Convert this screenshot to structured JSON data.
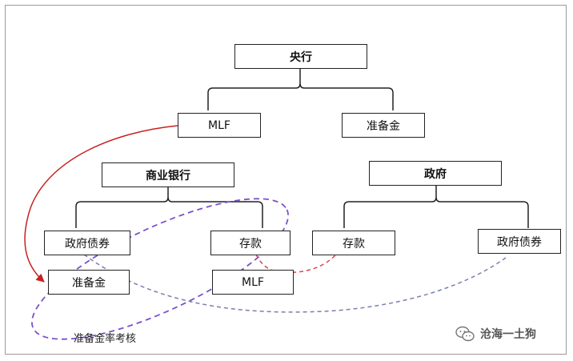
{
  "nodes": {
    "central_bank": "央行",
    "mlf_top": "MLF",
    "reserve_top": "准备金",
    "commercial_bank": "商业银行",
    "government": "政府",
    "gov_bonds_left": "政府债券",
    "deposits_bank": "存款",
    "reserve_bottom": "准备金",
    "mlf_bottom": "MLF",
    "deposits_gov": "存款",
    "gov_bonds_right": "政府债券"
  },
  "annotation": "准备金率考核",
  "watermark": "沧海一土狗",
  "colors": {
    "red_arrow": "#c82020",
    "ellipse": "#7b52c8",
    "red_dashed": "#e04545",
    "blue_dashed": "#7a7fae"
  }
}
